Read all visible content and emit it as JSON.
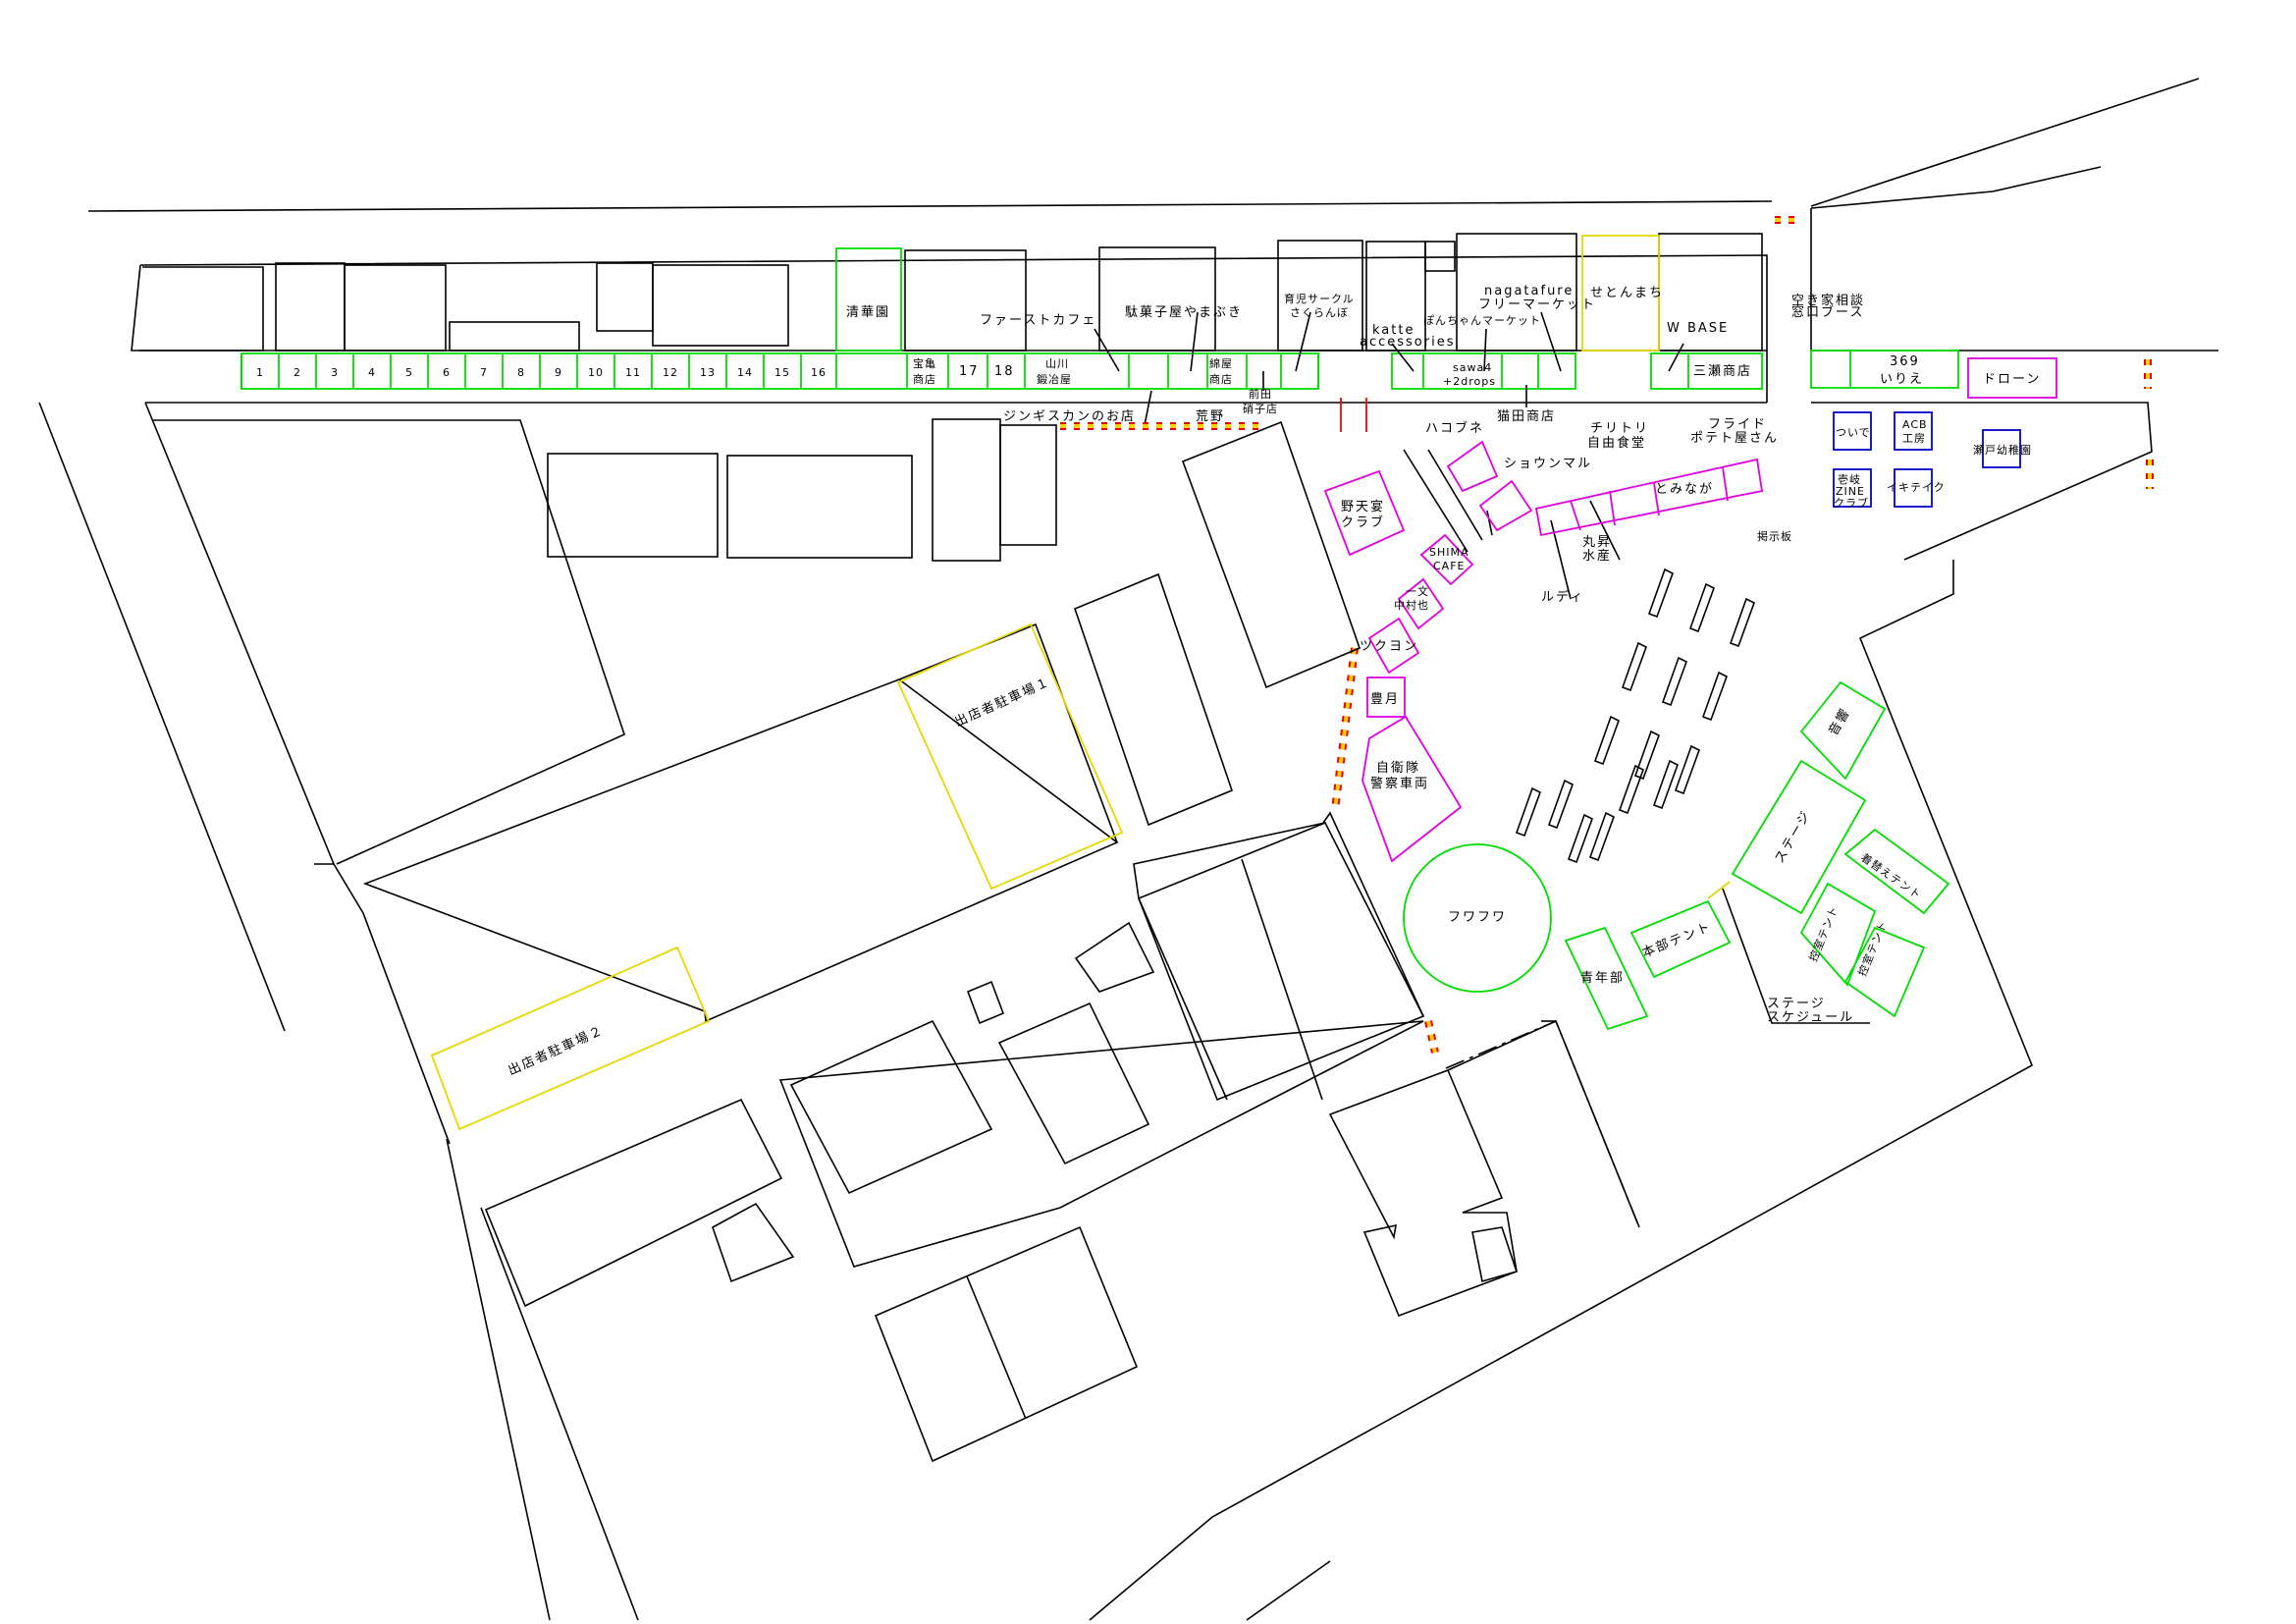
{
  "map": {
    "north_stalls": {
      "numbers": [
        "1",
        "2",
        "3",
        "4",
        "5",
        "6",
        "7",
        "8",
        "9",
        "10",
        "11",
        "12",
        "13",
        "14",
        "15",
        "16"
      ],
      "yasukame": [
        "宝亀",
        "商店"
      ],
      "num17": "17",
      "num18": "18",
      "yamakawa": [
        "山川",
        "鍛冶屋"
      ],
      "watoya": [
        "綿屋",
        "商店"
      ],
      "sawa4": [
        "sawa4",
        "+2drops"
      ],
      "mise_shoten": "三瀬商店",
      "iriye": [
        "369",
        "いりえ"
      ]
    },
    "store_labels": {
      "seikaen": "清華園",
      "first_cafe": "ファーストカフェ",
      "dagashi": "駄菓子屋やまぶき",
      "ikuji": [
        "育児サークル",
        "さくらんぼ"
      ],
      "katte": [
        "katte",
        "accessories"
      ],
      "nagatafure": [
        "nagatafure",
        "フリーマーケット"
      ],
      "ponchan": "ぽんちゃんマーケット",
      "setonmachi": "せとんまち",
      "wbase": "W BASE",
      "akiya": [
        "空き家相談",
        "窓口ブース"
      ],
      "drone": "ドローン",
      "genghis": "ジンギスカンのお店",
      "arano": "荒野",
      "maeda": [
        "前田",
        "硝子店"
      ],
      "nekota": "猫田商店"
    },
    "plaza_labels": {
      "hakobune": "ハコブネ",
      "chiritori": [
        "チリトリ",
        "自由食堂"
      ],
      "fried": [
        "フライド",
        "ポテト屋さん"
      ],
      "shoun": "ショウンマル",
      "tominaga": "とみなが",
      "yaten": [
        "野天宴",
        "クラブ"
      ],
      "shima": [
        "SHIMA",
        "CAFE"
      ],
      "ichibun": [
        "一文",
        "中村也"
      ],
      "marusho": [
        "丸昇",
        "水産"
      ],
      "rudi": "ルディ",
      "keijiban": "掲示板",
      "tsukuyomi": "ツクヨン",
      "hogetsu": "豊月",
      "jieitai": [
        "自衛隊",
        "警察車両"
      ],
      "fuwafuwa": "フワフワ",
      "seinen": "青年部",
      "honbu": "本部テント",
      "stage": "ステージ",
      "hodo": "音響",
      "kigae": "着替えテント",
      "tent_a": "控室テント",
      "tent_b": "控室テント",
      "stage_sched": [
        "ステージ",
        "スケジュール"
      ]
    },
    "east_labels": {
      "tsuide": "ついで",
      "acb": [
        "ACB",
        "工房"
      ],
      "seto_youchien": "瀬戸幼稚園",
      "iki_zine": [
        "壱岐",
        "ZINE",
        "クラブ"
      ],
      "ikiteiku": "イキテイク"
    },
    "parking_labels": {
      "p1": "出店者駐車場１",
      "p2": "出店者駐車場２"
    },
    "colors": {
      "building": "#000000",
      "stall": "#00dd00",
      "booth": "#e000e0",
      "east_booth": "#0000cc",
      "parking": "#e6d800",
      "barrier": "#e60000"
    }
  }
}
